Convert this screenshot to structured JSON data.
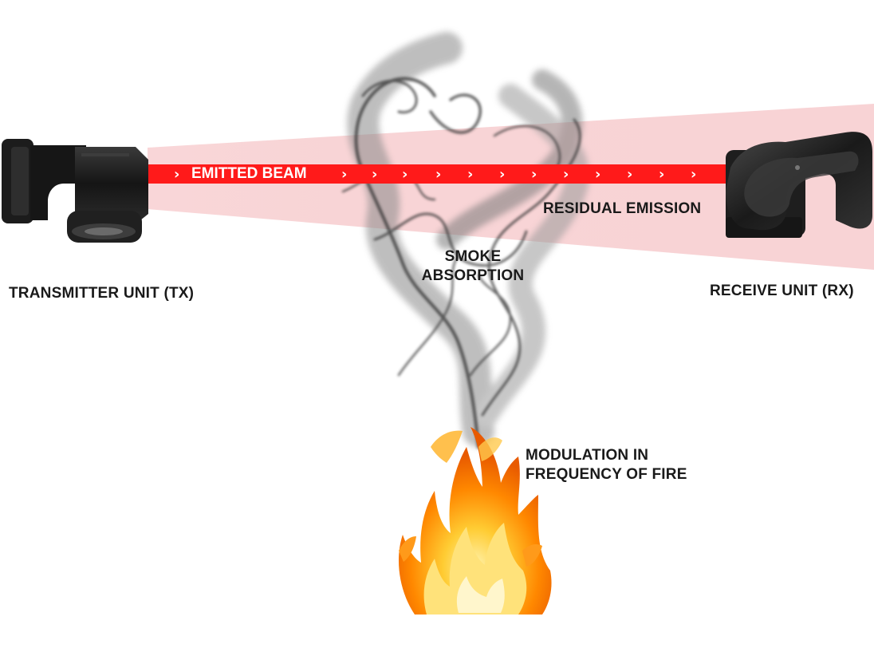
{
  "labels": {
    "emitted_beam": "EMITTED BEAM",
    "residual_emission": "RESIDUAL EMISSION",
    "smoke_absorption": [
      "SMOKE",
      "ABSORPTION"
    ],
    "transmitter": "TRANSMITTER UNIT (TX)",
    "receiver": "RECEIVE UNIT (RX)",
    "modulation": [
      "MODULATION IN",
      "FREQUENCY OF FIRE"
    ]
  },
  "colors": {
    "beam": "#ff1a1a",
    "beam_cone": "#f7c9cb",
    "device": "#1b1b1b",
    "smoke": "#555555",
    "fire_outer": "#ff8a00",
    "fire_inner": "#ffd23f",
    "text": "#1a1a1a"
  },
  "beam": {
    "chevron_symbol": "›"
  }
}
